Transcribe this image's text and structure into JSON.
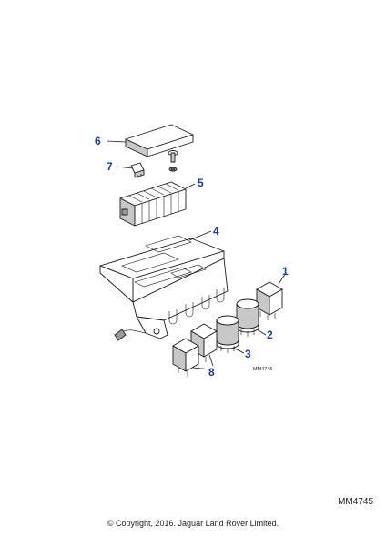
{
  "callouts": [
    {
      "id": "1",
      "label": "1"
    },
    {
      "id": "2",
      "label": "2"
    },
    {
      "id": "3",
      "label": "3"
    },
    {
      "id": "4",
      "label": "4"
    },
    {
      "id": "5",
      "label": "5"
    },
    {
      "id": "6",
      "label": "6"
    },
    {
      "id": "7",
      "label": "7"
    },
    {
      "id": "8",
      "label": "8"
    }
  ],
  "drawing_ref": "MM4745",
  "footer": {
    "ref_code": "MM4745",
    "copyright": "© Copyright, 2016. Jaguar Land Rover Limited."
  },
  "colors": {
    "callout": "#1a3c9c",
    "line": "#1a1a1a"
  }
}
